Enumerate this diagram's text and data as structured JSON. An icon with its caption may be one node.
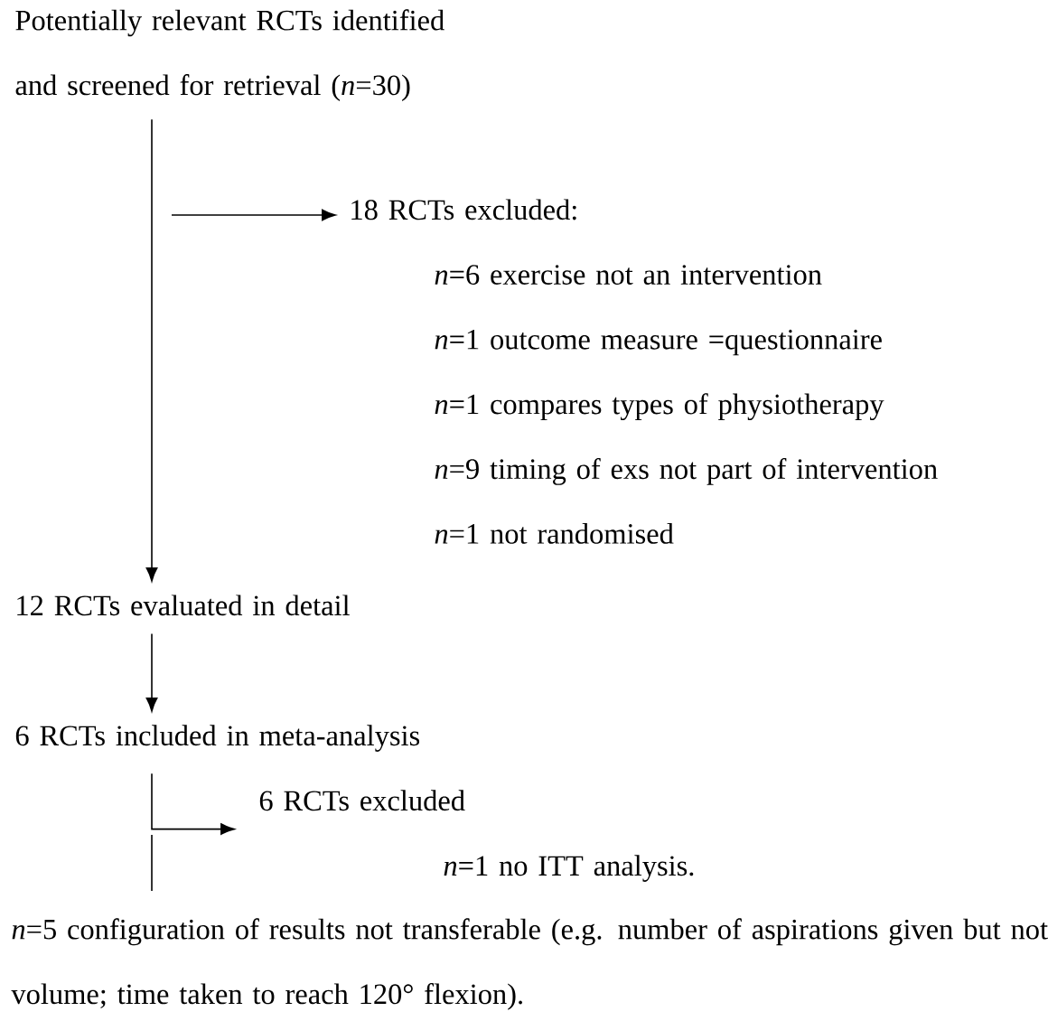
{
  "diagram": {
    "nodes": [
      {
        "text": [
          "Potentially relevant RCTs identified and screened for retrieval (*n*=30)"
        ]
      },
      {
        "text": [
          "18 RCTs excluded:",
          "*n*=6 exercise not an intervention",
          "*n*=1 outcome measure =questionnaire",
          "*n*=1 compares types of physiotherapy",
          "*n*=9 timing of exs not part of intervention",
          "*n*=1 not randomised"
        ]
      },
      {
        "text": [
          "12 RCTs evaluated in detail"
        ]
      },
      {
        "text": [
          "6 RCTs included in meta-analysis"
        ]
      },
      {
        "text": [
          "6 RCTs excluded"
        ]
      }
    ],
    "edges": [
      {
        "from": 0,
        "to": 2,
        "arrow": "to"
      },
      {
        "from": null,
        "to": 1,
        "arrow": "to"
      },
      {
        "from": 2,
        "to": 3,
        "arrow": "to"
      },
      {
        "from": 3,
        "to": 4,
        "arrow": "to"
      }
    ],
    "labels": [
      "*n*=1 no ITT analysis.",
      "*n*=5 configuration of results not transferable (e.g. number of aspirations given but not volume; time taken to reach 120° flexion)."
    ]
  }
}
